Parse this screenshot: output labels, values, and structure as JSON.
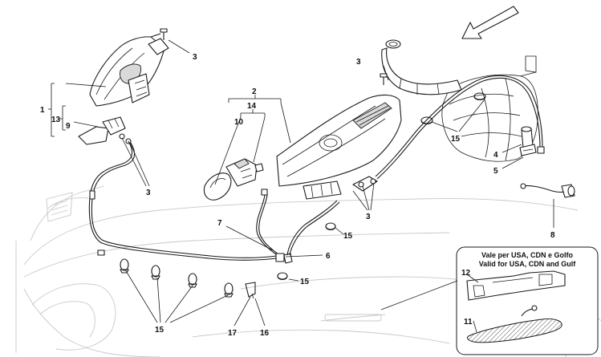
{
  "callouts": {
    "c1": "1",
    "c2": "2",
    "c3a": "3",
    "c3b": "3",
    "c3c": "3",
    "c3d": "3",
    "c4": "4",
    "c5": "5",
    "c6": "6",
    "c7": "7",
    "c8": "8",
    "c9": "9",
    "c10": "10",
    "c11": "11",
    "c12": "12",
    "c13": "13",
    "c14": "14",
    "c15a": "15",
    "c15b": "15",
    "c15c": "15",
    "c15d": "15",
    "c16": "16",
    "c17": "17"
  },
  "inset": {
    "line1": "Vale per USA, CDN e Golfo",
    "line2": "Valid for USA, CDN and Gulf"
  },
  "icons": {
    "direction": "front-direction-arrow-icon"
  }
}
